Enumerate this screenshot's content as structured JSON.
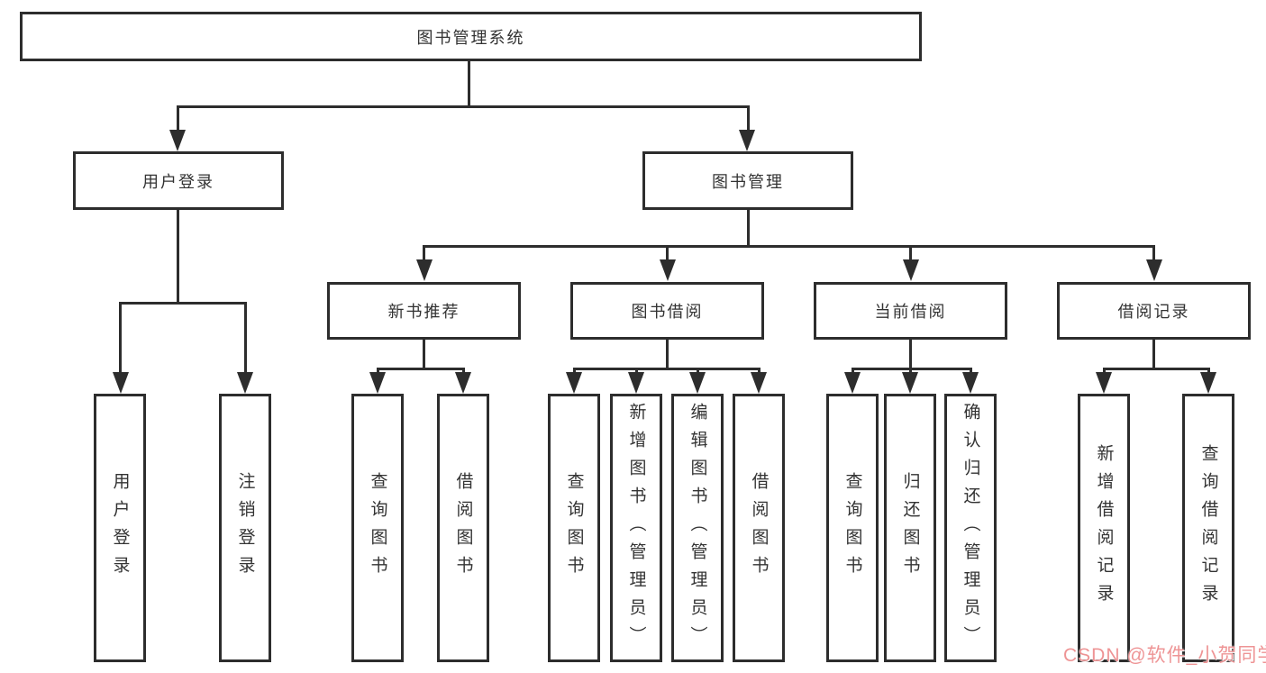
{
  "diagram": {
    "root": "图书管理系统",
    "user_login": "用户登录",
    "book_mgmt": "图书管理",
    "leaf_user_login": "用户登录",
    "leaf_logout": "注销登录",
    "new_books": "新书推荐",
    "borrowing": "图书借阅",
    "current": "当前借阅",
    "records": "借阅记录",
    "nb_query": "查询图书",
    "nb_borrow": "借阅图书",
    "bw_query": "查询图书",
    "bw_add": "新增图书（管理员）",
    "bw_edit": "编辑图书（管理员）",
    "bw_borrow": "借阅图书",
    "cur_query": "查询图书",
    "cur_return": "归还图书",
    "cur_confirm": "确认归还（管理员）",
    "rec_add": "新增借阅记录",
    "rec_query": "查询借阅记录"
  },
  "watermark": "CSDN @软件_小贺同学",
  "colors": {
    "line": "#2d2d2d",
    "text": "#333333",
    "background": "#ffffff",
    "watermark": "#ee9495"
  }
}
